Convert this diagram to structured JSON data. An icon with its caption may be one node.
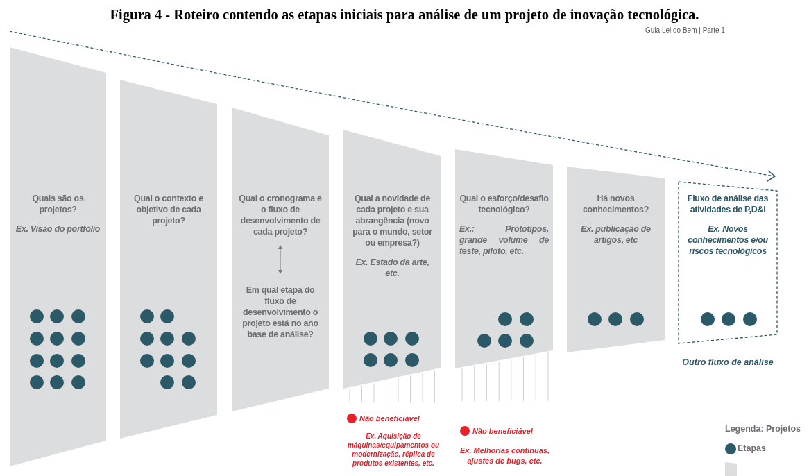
{
  "diagram": {
    "title": "Figura 4 - Roteiro contendo as etapas iniciais para análise de um projeto de inovação tecnológica.",
    "nodes": [
      {
        "text": [
          "Quais são os projetos?",
          "Ex. Visão do portfólio"
        ]
      },
      {
        "text": [
          "Qual o contexto e objetivo de cada projeto?"
        ]
      },
      {
        "text": [
          "Qual o cronograma e o fluxo de desenvolvimento de cada projeto?",
          "Em qual etapa do fluxo de desenvolvimento o projeto está no ano base de análise?"
        ]
      },
      {
        "text": [
          "Qual a novidade de cada projeto e sua abrangência (novo para o mundo, setor ou empresa?)",
          "Ex. Estado da arte, etc."
        ]
      },
      {
        "text": [
          "Qual o esforço/desafio tecnológico?",
          "Ex.: Protótipos, grande volume de teste, piloto, etc."
        ]
      },
      {
        "text": [
          "Há novos conhecimentos?",
          "Ex. publicação de artigos, etc"
        ]
      },
      {
        "text": [
          "Fluxo de análise das atividades de P,D&I",
          "Ex. Novos conhecimentos e/ou riscos tecnológicos"
        ],
        "beside": [
          "Outro fluxo de análise"
        ]
      }
    ],
    "labels": [
      "Guia Lei do Bem | Parte 1",
      "Não beneficiável",
      "Ex. Aquisição de máquinas/equipamentos ou modernização, réplica de produtos existentes, etc.",
      "Não beneficiável",
      "Ex. Melhorias contínuas, ajustes de bugs, etc.",
      "Legenda: Projetos"
    ],
    "legend": [
      {
        "text": "Etapas",
        "color": "#2c5967"
      }
    ]
  }
}
